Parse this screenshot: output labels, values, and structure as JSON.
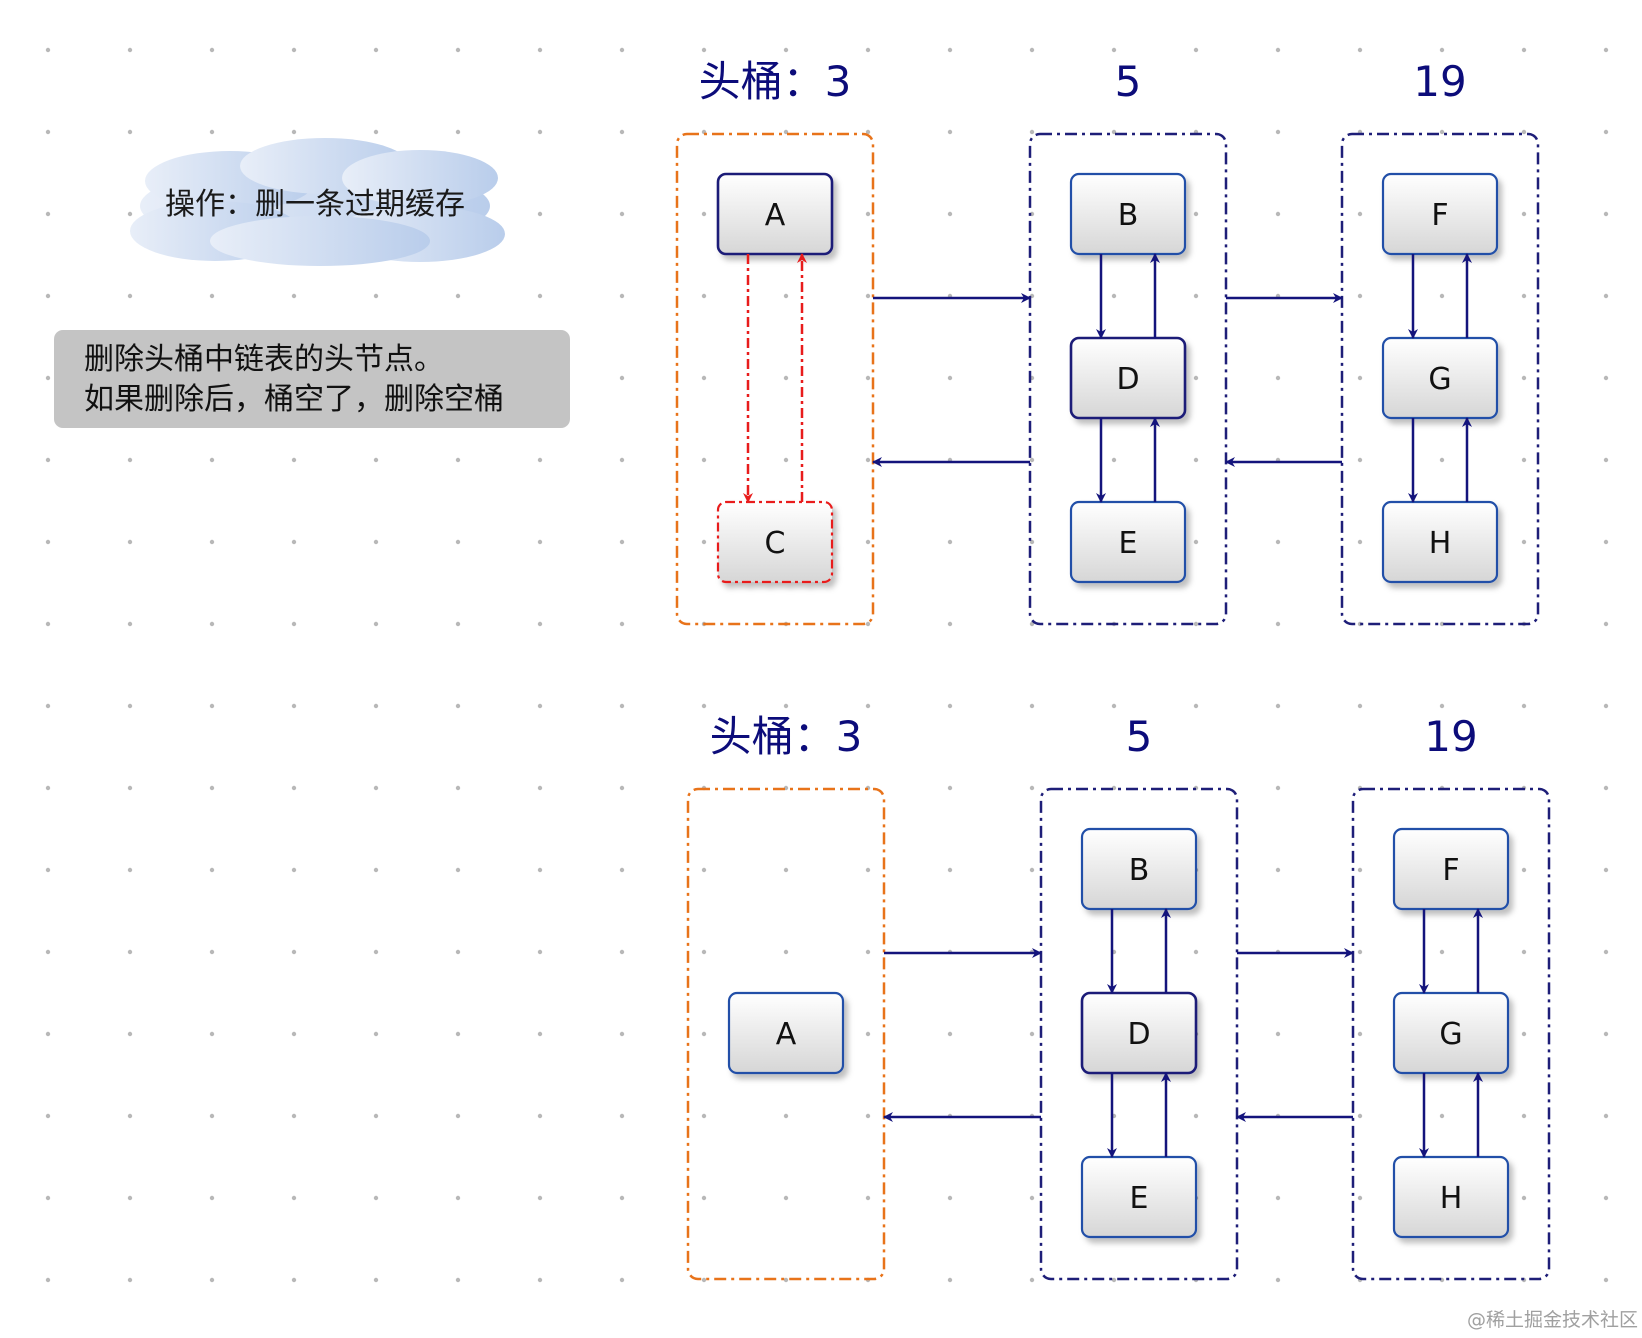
{
  "operation": {
    "text": "操作：删一条过期缓存"
  },
  "note": {
    "lines": [
      "删除头桶中链表的头节点。",
      "如果删除后，桶空了，删除空桶"
    ]
  },
  "watermark": "@稀土掘金技术社区",
  "colors": {
    "head_bucket_border": "#e8731a",
    "bucket_border": "#1e1e78",
    "arrow": "#14147c",
    "delete_red": "#e81c1c",
    "node_border": "#2050a8",
    "node_border_dark": "#1e1e78",
    "title": "#0c0c7a",
    "cloud": "#c8d8ee"
  },
  "before": {
    "buckets": [
      {
        "title": "头桶：3",
        "head": true,
        "nodes": [
          {
            "label": "A",
            "style": "dark"
          },
          {
            "label": "C",
            "style": "deleted"
          }
        ]
      },
      {
        "title": "5",
        "head": false,
        "nodes": [
          {
            "label": "B",
            "style": "normal"
          },
          {
            "label": "D",
            "style": "dark"
          },
          {
            "label": "E",
            "style": "normal"
          }
        ]
      },
      {
        "title": "19",
        "head": false,
        "nodes": [
          {
            "label": "F",
            "style": "normal"
          },
          {
            "label": "G",
            "style": "normal"
          },
          {
            "label": "H",
            "style": "normal"
          }
        ]
      }
    ]
  },
  "after": {
    "buckets": [
      {
        "title": "头桶：3",
        "head": true,
        "nodes": [
          {
            "label": "A",
            "style": "normal"
          }
        ]
      },
      {
        "title": "5",
        "head": false,
        "nodes": [
          {
            "label": "B",
            "style": "normal"
          },
          {
            "label": "D",
            "style": "dark"
          },
          {
            "label": "E",
            "style": "normal"
          }
        ]
      },
      {
        "title": "19",
        "head": false,
        "nodes": [
          {
            "label": "F",
            "style": "normal"
          },
          {
            "label": "G",
            "style": "normal"
          },
          {
            "label": "H",
            "style": "normal"
          }
        ]
      }
    ]
  }
}
